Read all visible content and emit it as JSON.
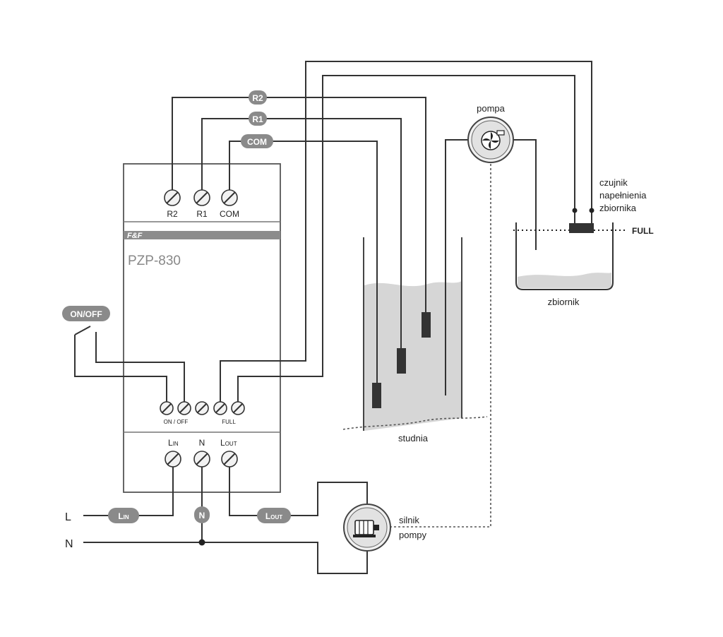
{
  "device": {
    "brand": "F&F",
    "model": "PZP-830",
    "top_terminals": [
      "R2",
      "R1",
      "COM"
    ],
    "bottom_terminal_labels": [
      "ON / OFF",
      "FULL"
    ],
    "power_terminals": {
      "lin_main": "L",
      "lin_sub": "IN",
      "n": "N",
      "lout_main": "L",
      "lout_sub": "OUT"
    }
  },
  "wire_tags": {
    "r2": "R2",
    "r1": "R1",
    "com": "COM",
    "on_off": "ON/OFF",
    "lin_main": "L",
    "lin_sub": "IN",
    "n": "N",
    "lout_main": "L",
    "lout_sub": "OUT"
  },
  "mains": {
    "l": "L",
    "n": "N"
  },
  "labels": {
    "pump": "pompa",
    "sensor_line1": "czujnik",
    "sensor_line2": "napełnienia",
    "sensor_line3": "zbiornika",
    "full": "FULL",
    "tank": "zbiornik",
    "well": "studnia",
    "motor_line1": "silnik",
    "motor_line2": "pompy"
  },
  "colors": {
    "line": "#333333",
    "tag_fill": "#8a8a8a",
    "water": "#d6d6d6",
    "device_band": "#8c8c8c"
  }
}
